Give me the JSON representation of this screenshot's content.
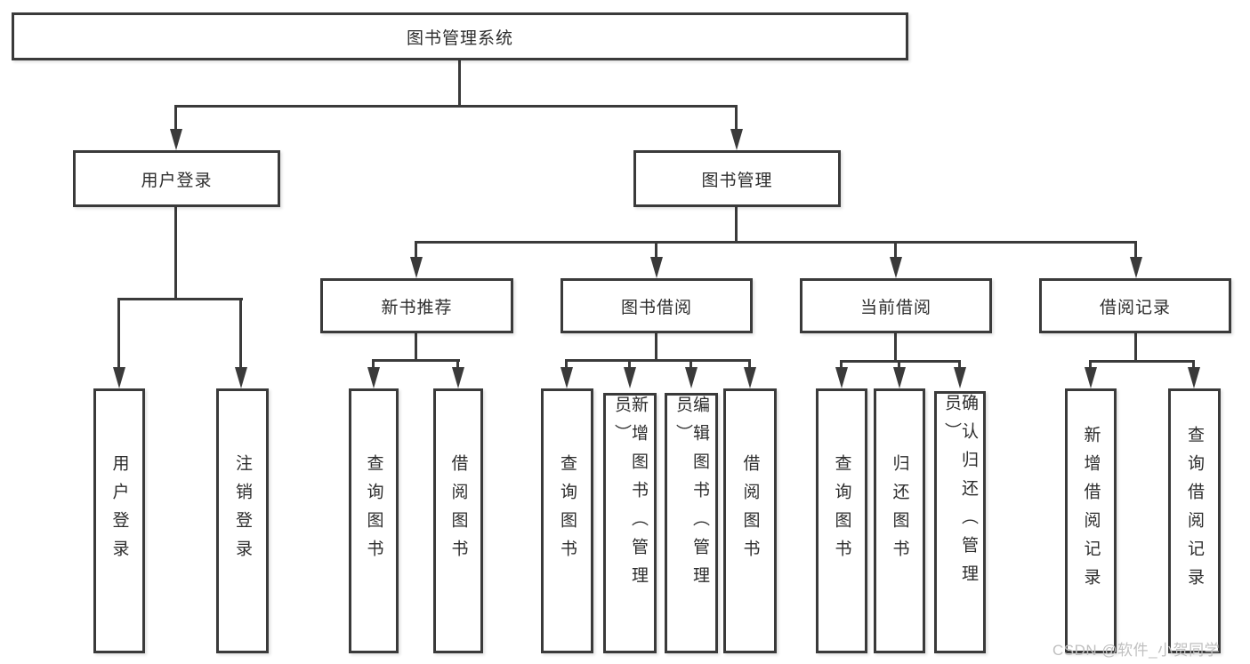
{
  "tree": {
    "label": "图书管理系统",
    "children": [
      {
        "label": "用户登录",
        "children": [
          {
            "label": "用户登录"
          },
          {
            "label": "注销登录"
          }
        ]
      },
      {
        "label": "图书管理",
        "children": [
          {
            "label": "新书推荐",
            "children": [
              {
                "label": "查询图书"
              },
              {
                "label": "借阅图书"
              }
            ]
          },
          {
            "label": "图书借阅",
            "children": [
              {
                "label": "查询图书"
              },
              {
                "label": "新增图书（管理员）"
              },
              {
                "label": "编辑图书（管理员）"
              },
              {
                "label": "借阅图书"
              }
            ]
          },
          {
            "label": "当前借阅",
            "children": [
              {
                "label": "查询图书"
              },
              {
                "label": "归还图书"
              },
              {
                "label": "确认归还（管理员）"
              }
            ]
          },
          {
            "label": "借阅记录",
            "children": [
              {
                "label": "新增借阅记录"
              },
              {
                "label": "查询借阅记录"
              }
            ]
          }
        ]
      }
    ]
  },
  "watermark": "CSDN @软件_小贺同学",
  "colors": {
    "line": "#3a3a3a",
    "text": "#2d2d2d",
    "background": "#ffffff",
    "watermark": "#c0c0c0"
  }
}
